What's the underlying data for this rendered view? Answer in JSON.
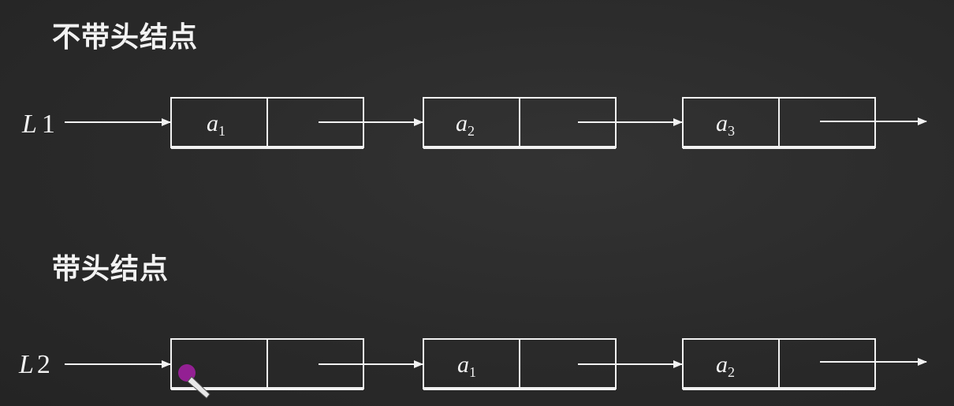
{
  "sections": [
    {
      "title": "不带头结点",
      "pointer": "L",
      "pointer_num": "1",
      "nodes": [
        "1",
        "2",
        "3"
      ]
    },
    {
      "title": "带头结点",
      "pointer": "L",
      "pointer_num": "2",
      "nodes": [
        "",
        "1",
        "2"
      ]
    }
  ],
  "element_letter": "a",
  "colors": {
    "background": "#2b2b2b",
    "chalk": "#f2f2f2",
    "cursor": "#a020a0"
  }
}
